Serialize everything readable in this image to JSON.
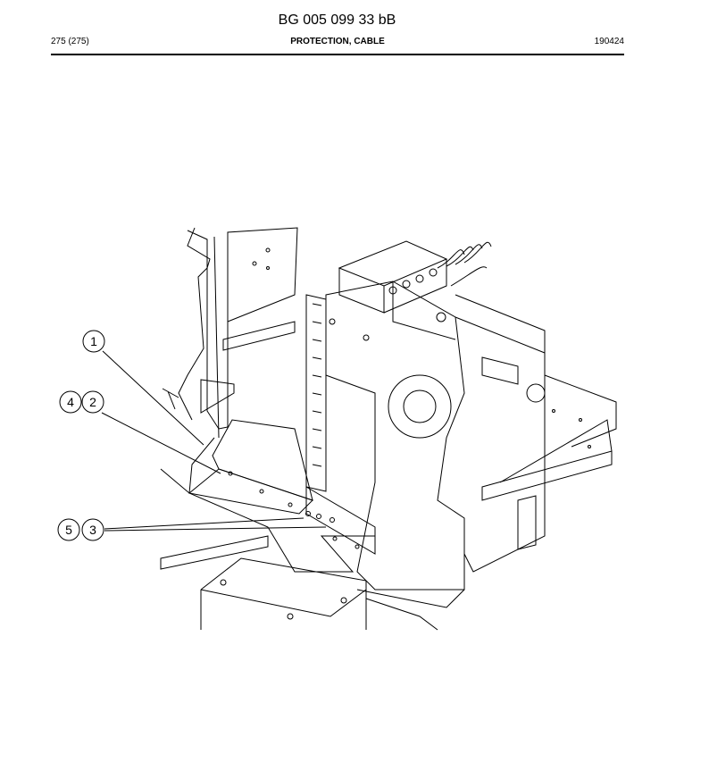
{
  "header": {
    "doc_number": "BG 005 099 33 bB",
    "page_count": "275 (275)",
    "section_title": "PROTECTION, CABLE",
    "date_code": "190424"
  },
  "callouts": [
    {
      "label": "1"
    },
    {
      "label": "4"
    },
    {
      "label": "2"
    },
    {
      "label": "5"
    },
    {
      "label": "3"
    }
  ]
}
